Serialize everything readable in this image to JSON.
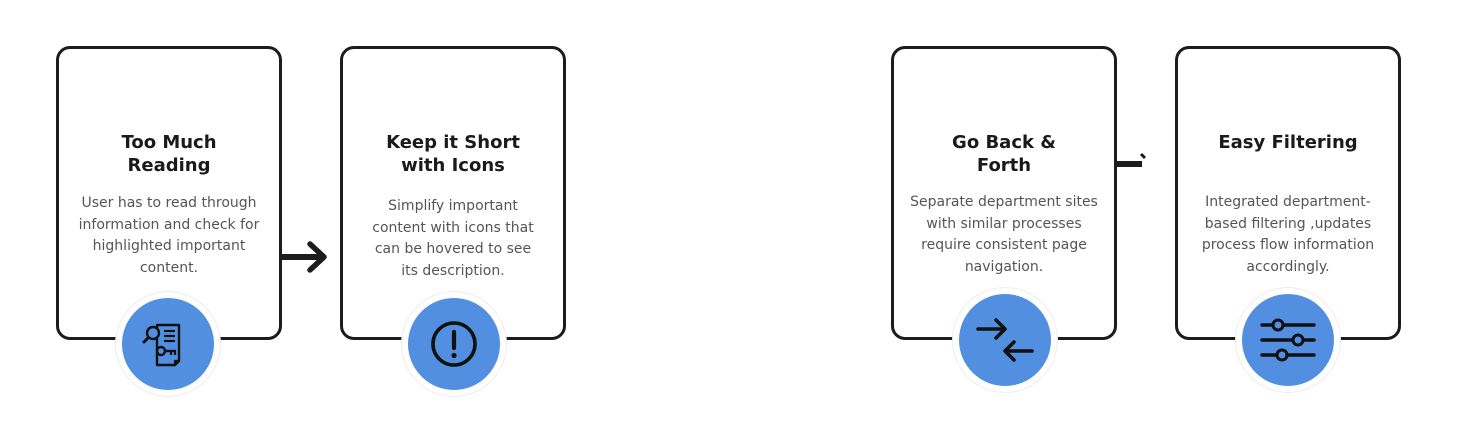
{
  "cards": [
    {
      "title": "Too Much\nReading",
      "description": "User has to read through\ninformation and check for\nhighlighted important\ncontent.",
      "icon": "document-search-key-icon"
    },
    {
      "title": "Keep it Short\nwith Icons",
      "description": "Simplify important\ncontent with icons that\ncan be hovered to see\nits description.",
      "icon": "exclamation-circle-icon"
    },
    {
      "title": "Go Back &\nForth",
      "description": "Separate department sites\nwith similar processes\nrequire consistent page\nnavigation.",
      "icon": "swap-arrows-icon"
    },
    {
      "title": "Easy Filtering",
      "description": "Integrated department-\nbased filtering ,updates\nprocess flow information\naccordingly.",
      "icon": "filter-sliders-icon"
    }
  ],
  "colors": {
    "border": "#1c1c1c",
    "icon_background": "#528fe0",
    "icon_stroke": "#111111",
    "title": "#1a1a1a",
    "description": "#555555"
  }
}
